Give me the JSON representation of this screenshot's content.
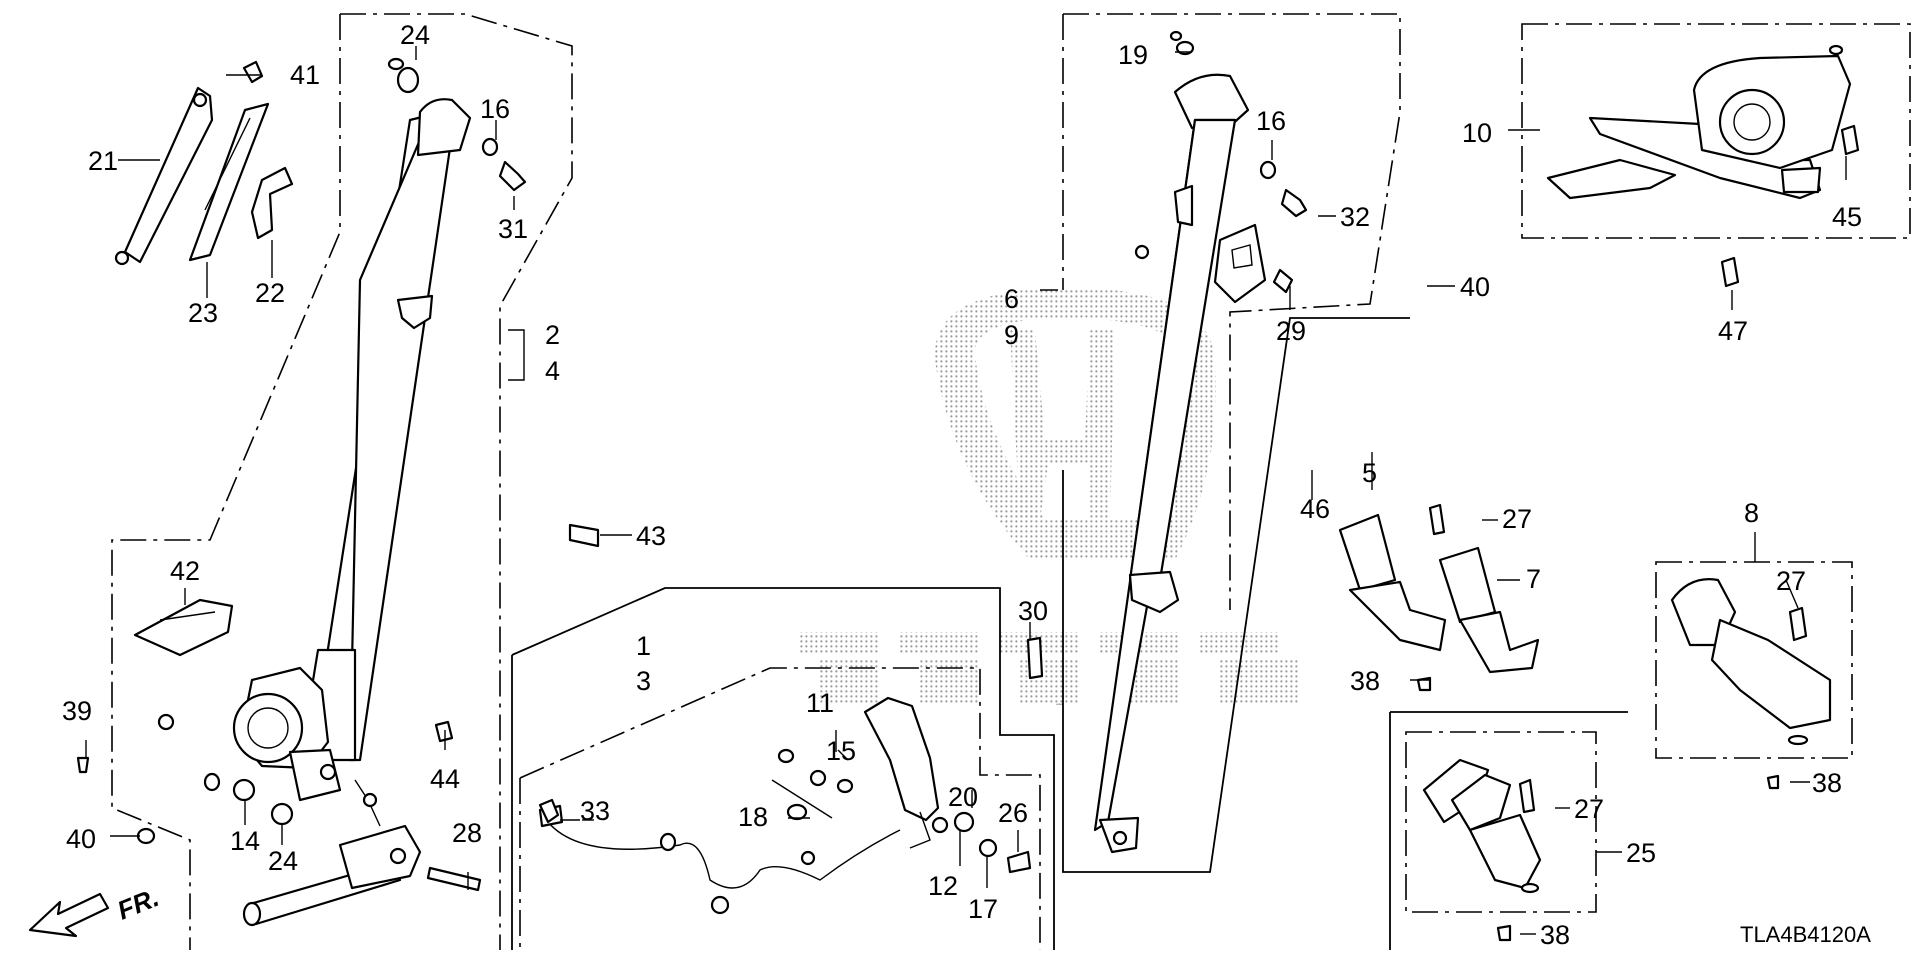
{
  "diagram": {
    "part_code": "TLA4B4120A",
    "front_arrow_label": "FR.",
    "watermark": "HONDA",
    "callouts": {
      "c1": "1",
      "c2": "2",
      "c3": "3",
      "c4": "4",
      "c5": "5",
      "c6": "6",
      "c7": "7",
      "c8": "8",
      "c9": "9",
      "c10": "10",
      "c11": "11",
      "c12": "12",
      "c14": "14",
      "c15": "15",
      "c16a": "16",
      "c16b": "16",
      "c17": "17",
      "c18": "18",
      "c19": "19",
      "c20": "20",
      "c21": "21",
      "c22": "22",
      "c23": "23",
      "c24a": "24",
      "c24b": "24",
      "c25": "25",
      "c26": "26",
      "c27a": "27",
      "c27b": "27",
      "c27c": "27",
      "c28": "28",
      "c29": "29",
      "c30": "30",
      "c31": "31",
      "c32": "32",
      "c33": "33",
      "c38a": "38",
      "c38b": "38",
      "c38c": "38",
      "c39": "39",
      "c40a": "40",
      "c40b": "40",
      "c41": "41",
      "c42": "42",
      "c43": "43",
      "c44": "44",
      "c45": "45",
      "c46": "46",
      "c47": "47"
    }
  }
}
